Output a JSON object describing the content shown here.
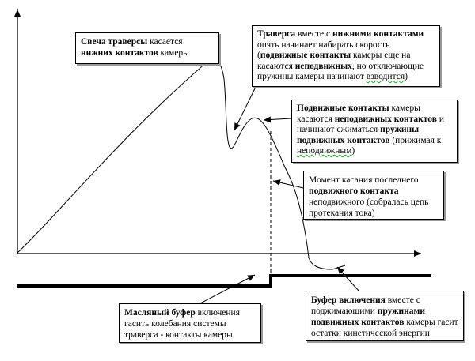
{
  "notes": {
    "candle": {
      "b1": "Свеча траверсы",
      "t1": " касается ",
      "b2": "нижних контактов",
      "t2": " камеры"
    },
    "traverse": {
      "b1": "Траверса",
      "t1": " вместе с ",
      "b2": "нижними контактами",
      "t2": " опять начинает набирать скорость (",
      "b3": "подвижные контакты",
      "t3": " камеры еще на касаются ",
      "b4": "неподвижных",
      "t4": ", но отключающие пружины камеры начинают ",
      "w1": "взводится",
      "t5": ")"
    },
    "movable": {
      "b1": "Подвижные контакты",
      "t1": " камеры касаются ",
      "b2": "неподвижных контактов",
      "t2": " и начинают сжиматься ",
      "b3": "пружины подвижных контактов",
      "t3": " (прижимая к ",
      "w1": "неподвижным",
      "t4": ")"
    },
    "moment": {
      "t1": "Момент касания последнего ",
      "b1": "подвижного контакта",
      "t2": " неподвижного (собралась цепь протекания тока)"
    },
    "oil": {
      "b1": "Масляный буфер",
      "t1": " включения гасить колебания системы траверса - контакты камеры"
    },
    "buffer": {
      "b1": "Буфер включения",
      "t1": " вместе с поджимающими ",
      "b2": "пружинами подвижных контактов",
      "t2": " камеры гасит остатки кинетической энергии"
    }
  }
}
